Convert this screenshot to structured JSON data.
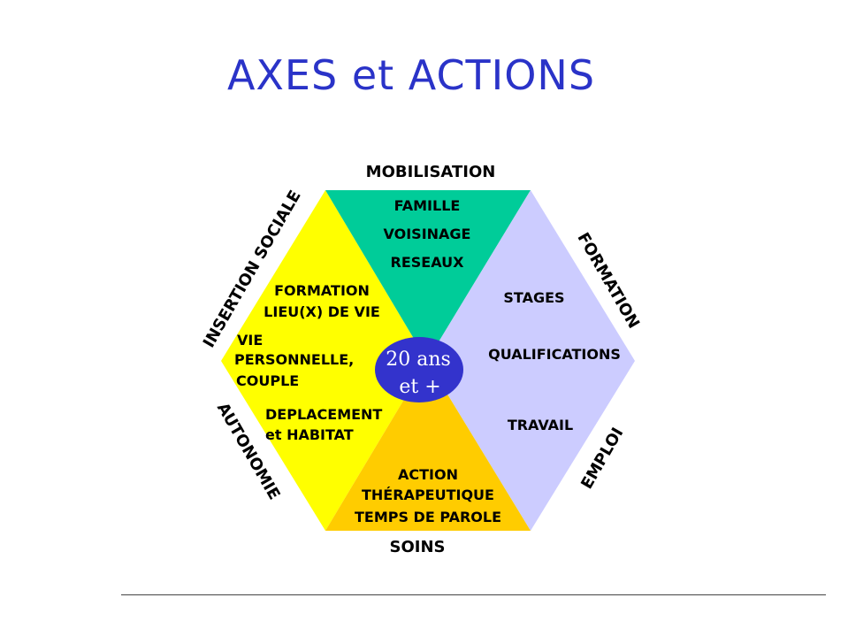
{
  "title": "AXES et ACTIONS",
  "colors": {
    "title": "#2a33c8",
    "mobilisation": "#00cc99",
    "formation_emploi": "#ccccff",
    "soins": "#ffcc00",
    "insertion_autonomie": "#ffff00",
    "center": "#3333cc"
  },
  "axes": {
    "mobilisation": "MOBILISATION",
    "formation": "FORMATION",
    "emploi": "EMPLOI",
    "soins": "SOINS",
    "autonomie": "AUTONOMIE",
    "insertion": "INSERTION SOCIALE"
  },
  "sections": {
    "mobilisation": [
      "FAMILLE",
      "VOISINAGE",
      "RESEAUX"
    ],
    "formation_emploi": [
      "STAGES",
      "QUALIFICATIONS",
      "TRAVAIL"
    ],
    "soins": [
      "ACTION",
      "THÉRAPEUTIQUE",
      "TEMPS DE PAROLE"
    ],
    "insertion_autonomie": [
      "FORMATION",
      "LIEU(X) DE VIE",
      "VIE",
      "PERSONNELLE,",
      "COUPLE",
      "DEPLACEMENT",
      "et HABITAT"
    ]
  },
  "center": {
    "line1": "20 ans",
    "line2": "et +"
  }
}
